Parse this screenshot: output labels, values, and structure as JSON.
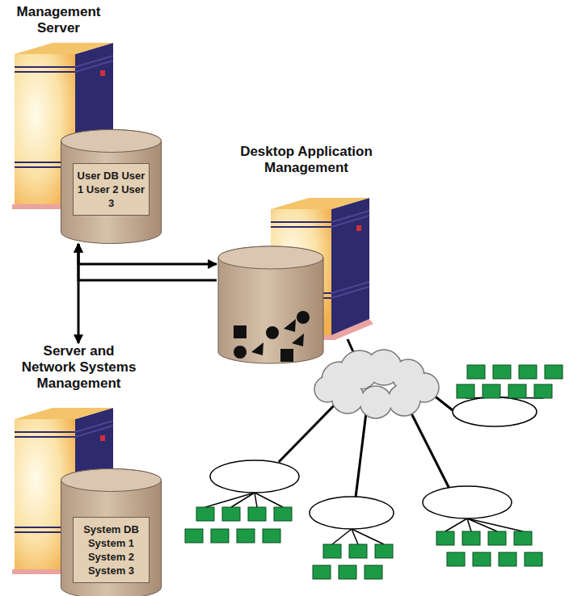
{
  "diagram": {
    "nodes": [
      {
        "text": [
          "Management Server"
        ]
      },
      {
        "text": [
          "User DB User 1 User 2 User 3"
        ],
        "in": 0
      },
      {
        "text": [
          "Desktop Application Management"
        ]
      },
      {
        "text": [
          "Server and Network Systems Management"
        ]
      },
      {
        "text": [
          "System DB System 1 System 2 System 3"
        ],
        "in": 3
      }
    ],
    "edges": [
      {
        "from": 0,
        "to": 3,
        "arrow": "both"
      },
      {
        "from": 0,
        "to": 2,
        "arrow": "to"
      },
      {
        "from": 2,
        "to": 0,
        "arrow": "to"
      }
    ]
  }
}
